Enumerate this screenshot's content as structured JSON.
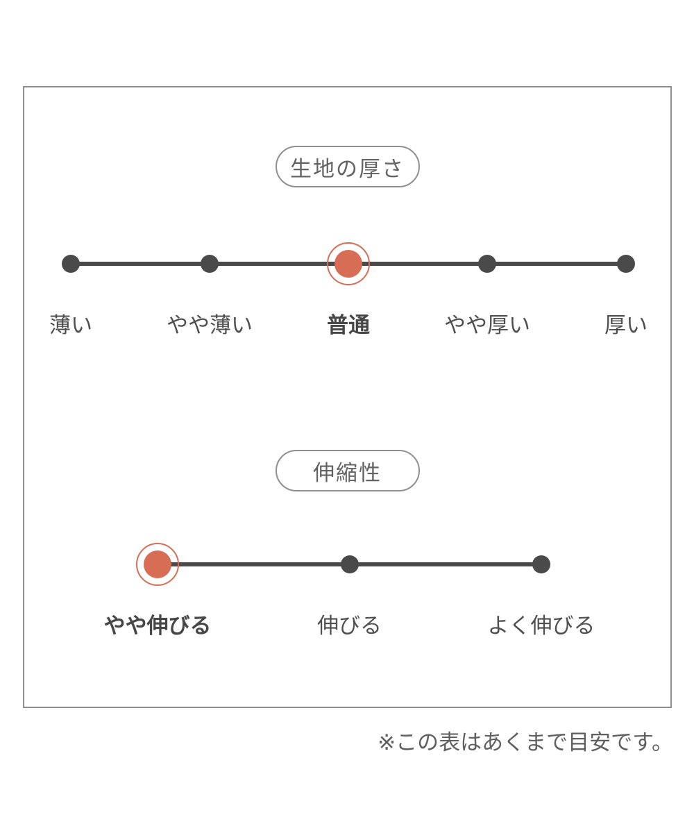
{
  "chart_data": [
    {
      "type": "scale",
      "title": "生地の厚さ",
      "options": [
        "薄い",
        "やや薄い",
        "普通",
        "やや厚い",
        "厚い"
      ],
      "selected_index": 2,
      "selected_option": "普通"
    },
    {
      "type": "scale",
      "title": "伸縮性",
      "options": [
        "やや伸びる",
        "伸びる",
        "よく伸びる"
      ],
      "selected_index": 0,
      "selected_option": "やや伸びる"
    }
  ],
  "note": {
    "text": "※この表はあくまで目安です。"
  },
  "colors": {
    "accent": "#d66d54",
    "line": "#4a4a4a",
    "text": "#4f4f4f",
    "border": "#8f8f8f"
  }
}
